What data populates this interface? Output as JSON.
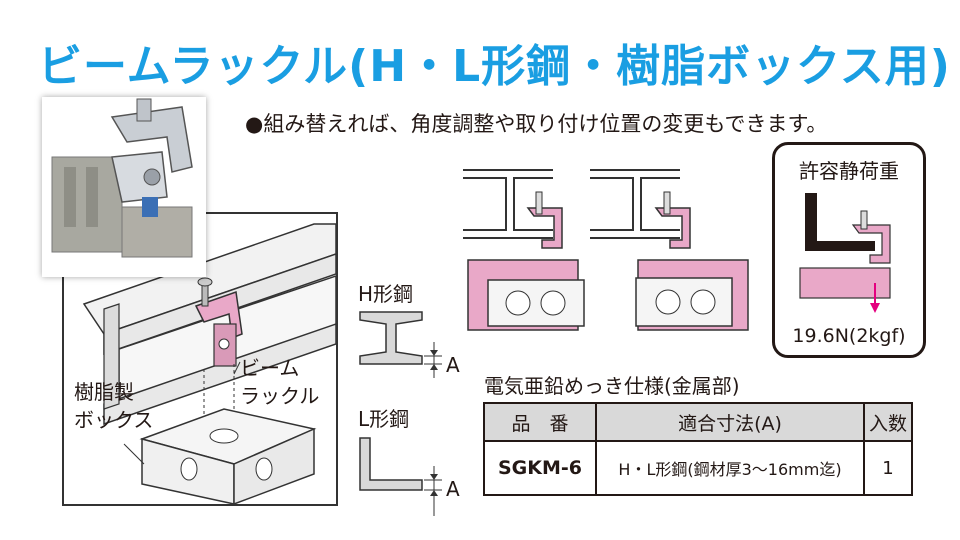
{
  "title": "ビームラックル(H・L形鋼・樹脂ボックス用)",
  "lead": "●組み替えれば、角度調整や取り付け位置の変更もできます。",
  "labels": {
    "beam_rackle_1": "ビーム",
    "beam_rackle_2": "ラックル",
    "resin_box_1": "樹脂製",
    "resin_box_2": "ボックス",
    "h_beam": "H形鋼",
    "l_beam": "L形鋼",
    "dim_a_h": "A",
    "dim_a_l": "A"
  },
  "load": {
    "title": "許容静荷重",
    "value": "19.6N(2kgf)"
  },
  "spec": {
    "title": "電気亜鉛めっき仕様(金属部)",
    "headers": [
      "品　番",
      "適合寸法(A)",
      "入数"
    ],
    "rows": [
      [
        "SGKM-6",
        "H・L形鋼(鋼材厚3〜16mm迄)",
        "1"
      ]
    ]
  },
  "colors": {
    "title": "#1a9ee2",
    "clamp": "#e9a8c8",
    "arrow": "#e4007f",
    "table_header": "#d9d9d9"
  }
}
